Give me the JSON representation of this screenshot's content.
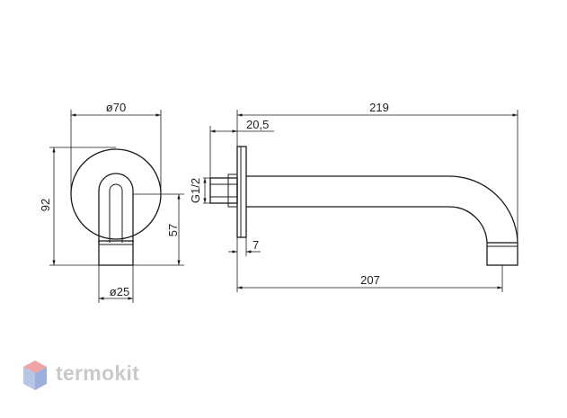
{
  "dimensions": {
    "outer_diameter": "ø70",
    "total_height": "92",
    "lower_height": "57",
    "pipe_diameter": "ø25",
    "total_length": "219",
    "flange_offset": "20,5",
    "thread": "G1/2",
    "flange_thickness": "7",
    "spout_length": "207"
  },
  "brand": {
    "name": "termokit",
    "colors": {
      "top": "#f0a5a5",
      "left": "#b8c6e6",
      "right": "#9db0dd",
      "text": "#c9c9c9"
    }
  }
}
